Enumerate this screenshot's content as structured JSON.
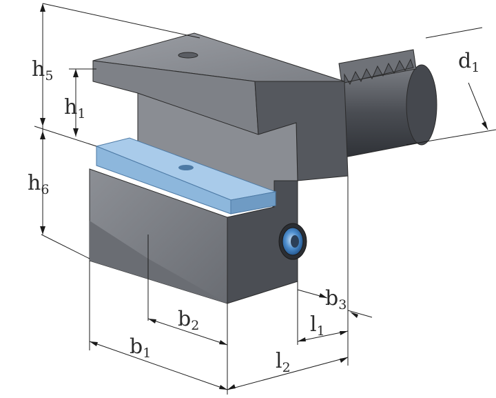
{
  "colors": {
    "body_light": "#8a8d93",
    "body_mid": "#6c6f75",
    "body_dark": "#4e5157",
    "insert": "#8db7dc",
    "insert_edge": "#5d87ad",
    "shank": "#55585e",
    "screw": "#2f6fb0"
  },
  "labels": {
    "h5": {
      "main": "h",
      "sub": "5"
    },
    "h1": {
      "main": "h",
      "sub": "1"
    },
    "h6": {
      "main": "h",
      "sub": "6"
    },
    "d1": {
      "main": "d",
      "sub": "1"
    },
    "b3": {
      "main": "b",
      "sub": "3"
    },
    "b2": {
      "main": "b",
      "sub": "2"
    },
    "l1": {
      "main": "l",
      "sub": "1"
    },
    "b1": {
      "main": "b",
      "sub": "1"
    },
    "l2": {
      "main": "l",
      "sub": "2"
    }
  }
}
